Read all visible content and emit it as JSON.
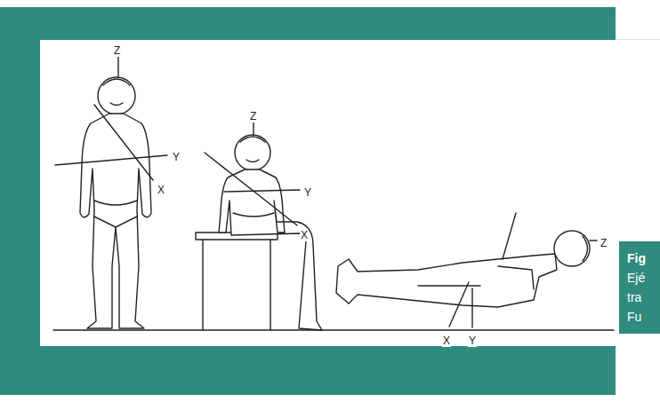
{
  "diagram": {
    "nodes": [
      {
        "text": [
          "Fig",
          "Ejé tra Fu"
        ]
      }
    ],
    "labels": [
      "Z",
      "Y",
      "X",
      "Z",
      "Y",
      "X",
      "Z",
      "X",
      "Y"
    ]
  }
}
